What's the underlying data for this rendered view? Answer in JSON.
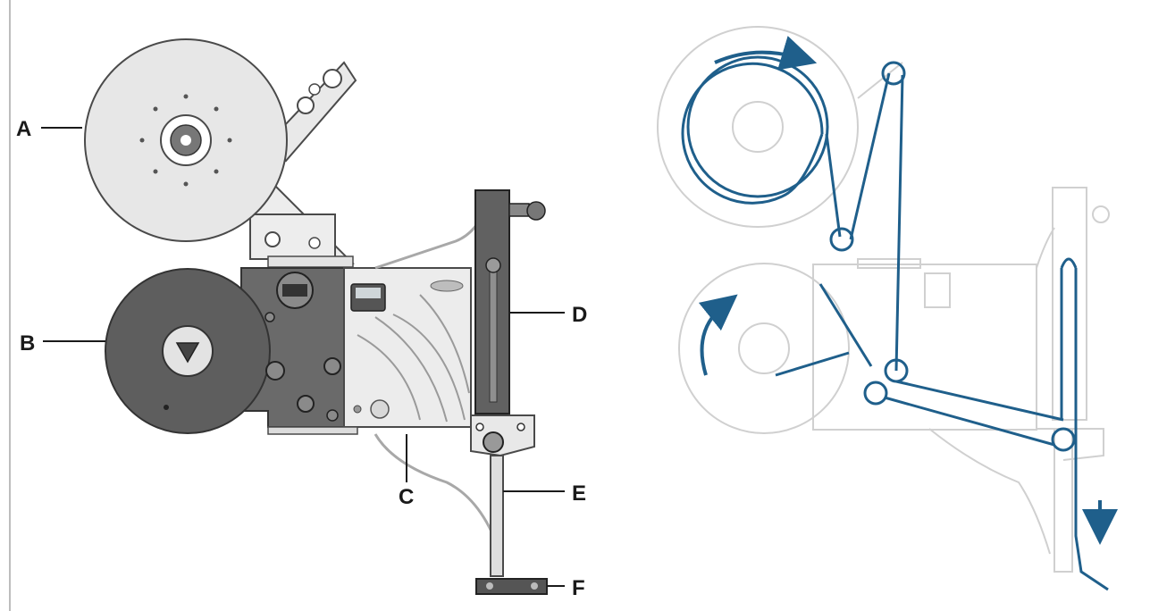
{
  "labels": {
    "a": "A",
    "b": "B",
    "c": "C",
    "d": "D",
    "e": "E",
    "f": "F"
  },
  "colors": {
    "outline": "#4a4a4a",
    "light_fill": "#e6e6e6",
    "dark_fill": "#5e5e5e",
    "faded": "#cfcfcf",
    "web_path": "#1f5f8b"
  },
  "icons": {
    "flow_arrow": "curved-arrow-icon",
    "down_arrow": "down-arrow-icon"
  }
}
